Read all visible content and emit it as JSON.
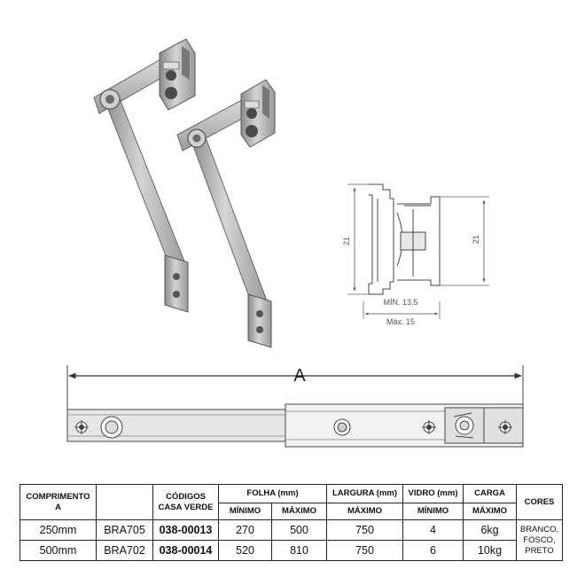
{
  "dimensions": {
    "length_label": "A",
    "height_left": "21",
    "height_right": "21",
    "min_label": "MÍN. 13,5",
    "max_label": "Máx. 15"
  },
  "table": {
    "headers": {
      "comprimento": "COMPRIMENTO",
      "comprimento_sub": "A",
      "codigos": "CÓDIGOS",
      "codigos_sub": "CASA VERDE",
      "folha": "FOLHA (mm)",
      "largura": "LARGURA (mm)",
      "vidro": "VIDRO (mm)",
      "carga": "CARGA",
      "cores": "CORES",
      "minimo": "MÍNIMO",
      "maximo": "MÁXIMO"
    },
    "rows": [
      {
        "comprimento": "250mm",
        "ref": "BRA705",
        "codigo": "038-00013",
        "folha_min": "270",
        "folha_max": "500",
        "largura_max": "750",
        "vidro_min": "4",
        "carga_max": "6kg"
      },
      {
        "comprimento": "500mm",
        "ref": "BRA702",
        "codigo": "038-00014",
        "folha_min": "520",
        "folha_max": "810",
        "largura_max": "750",
        "vidro_min": "6",
        "carga_max": "10kg"
      }
    ],
    "cores": [
      "BRANCO,",
      "FOSCO,",
      "PRETO"
    ]
  }
}
